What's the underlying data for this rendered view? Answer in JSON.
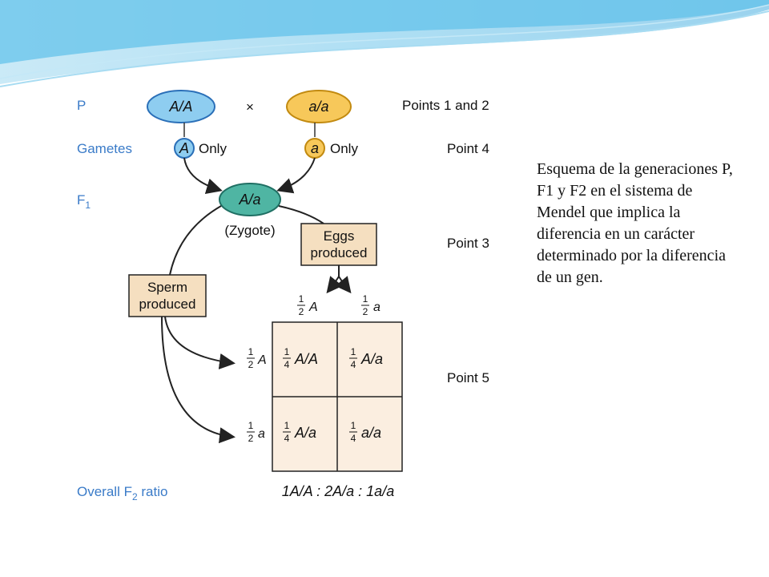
{
  "caption": "Esquema de la generaciones P, F1 y F2 en el sistema de Mendel que implica la diferencia en un carácter determinado por la diferencia de un gen.",
  "diagram": {
    "row_labels": {
      "p": "P",
      "gametes": "Gametes",
      "f1": "F",
      "f1_sub": "1",
      "overall": "Overall F",
      "overall_sub": "2",
      "overall_end": " ratio"
    },
    "points": {
      "p": "Points 1 and 2",
      "gametes": "Point 4",
      "f1": "Point 3",
      "punnett": "Point 5"
    },
    "parent_left": "A/A",
    "parent_right": "a/a",
    "cross_symbol": "×",
    "gamete_left": "A",
    "gamete_right": "a",
    "only": "Only",
    "f1_genotype": "A/a",
    "zygote": "(Zygote)",
    "eggs_line1": "Eggs",
    "eggs_line2": "produced",
    "sperm_line1": "Sperm",
    "sperm_line2": "produced",
    "half": {
      "num": "1",
      "den": "2"
    },
    "quarter": {
      "num": "1",
      "den": "4"
    },
    "egg_cols": [
      "A",
      "a"
    ],
    "sperm_rows": [
      "A",
      "a"
    ],
    "cells": [
      "A/A",
      "A/a",
      "A/a",
      "a/a"
    ],
    "overall_ratio": "1A/A : 2A/a : 1a/a"
  },
  "colors": {
    "row_label": "#3a7bc8",
    "parent_left_fill": "#8ecdf0",
    "parent_left_stroke": "#2a6fb8",
    "parent_right_fill": "#f7c85a",
    "parent_right_stroke": "#c28a10",
    "f1_fill": "#4fb5a3",
    "f1_stroke": "#1f6f63",
    "box_fill": "#f5dfc0",
    "punnett_fill": "#fbeee0"
  }
}
